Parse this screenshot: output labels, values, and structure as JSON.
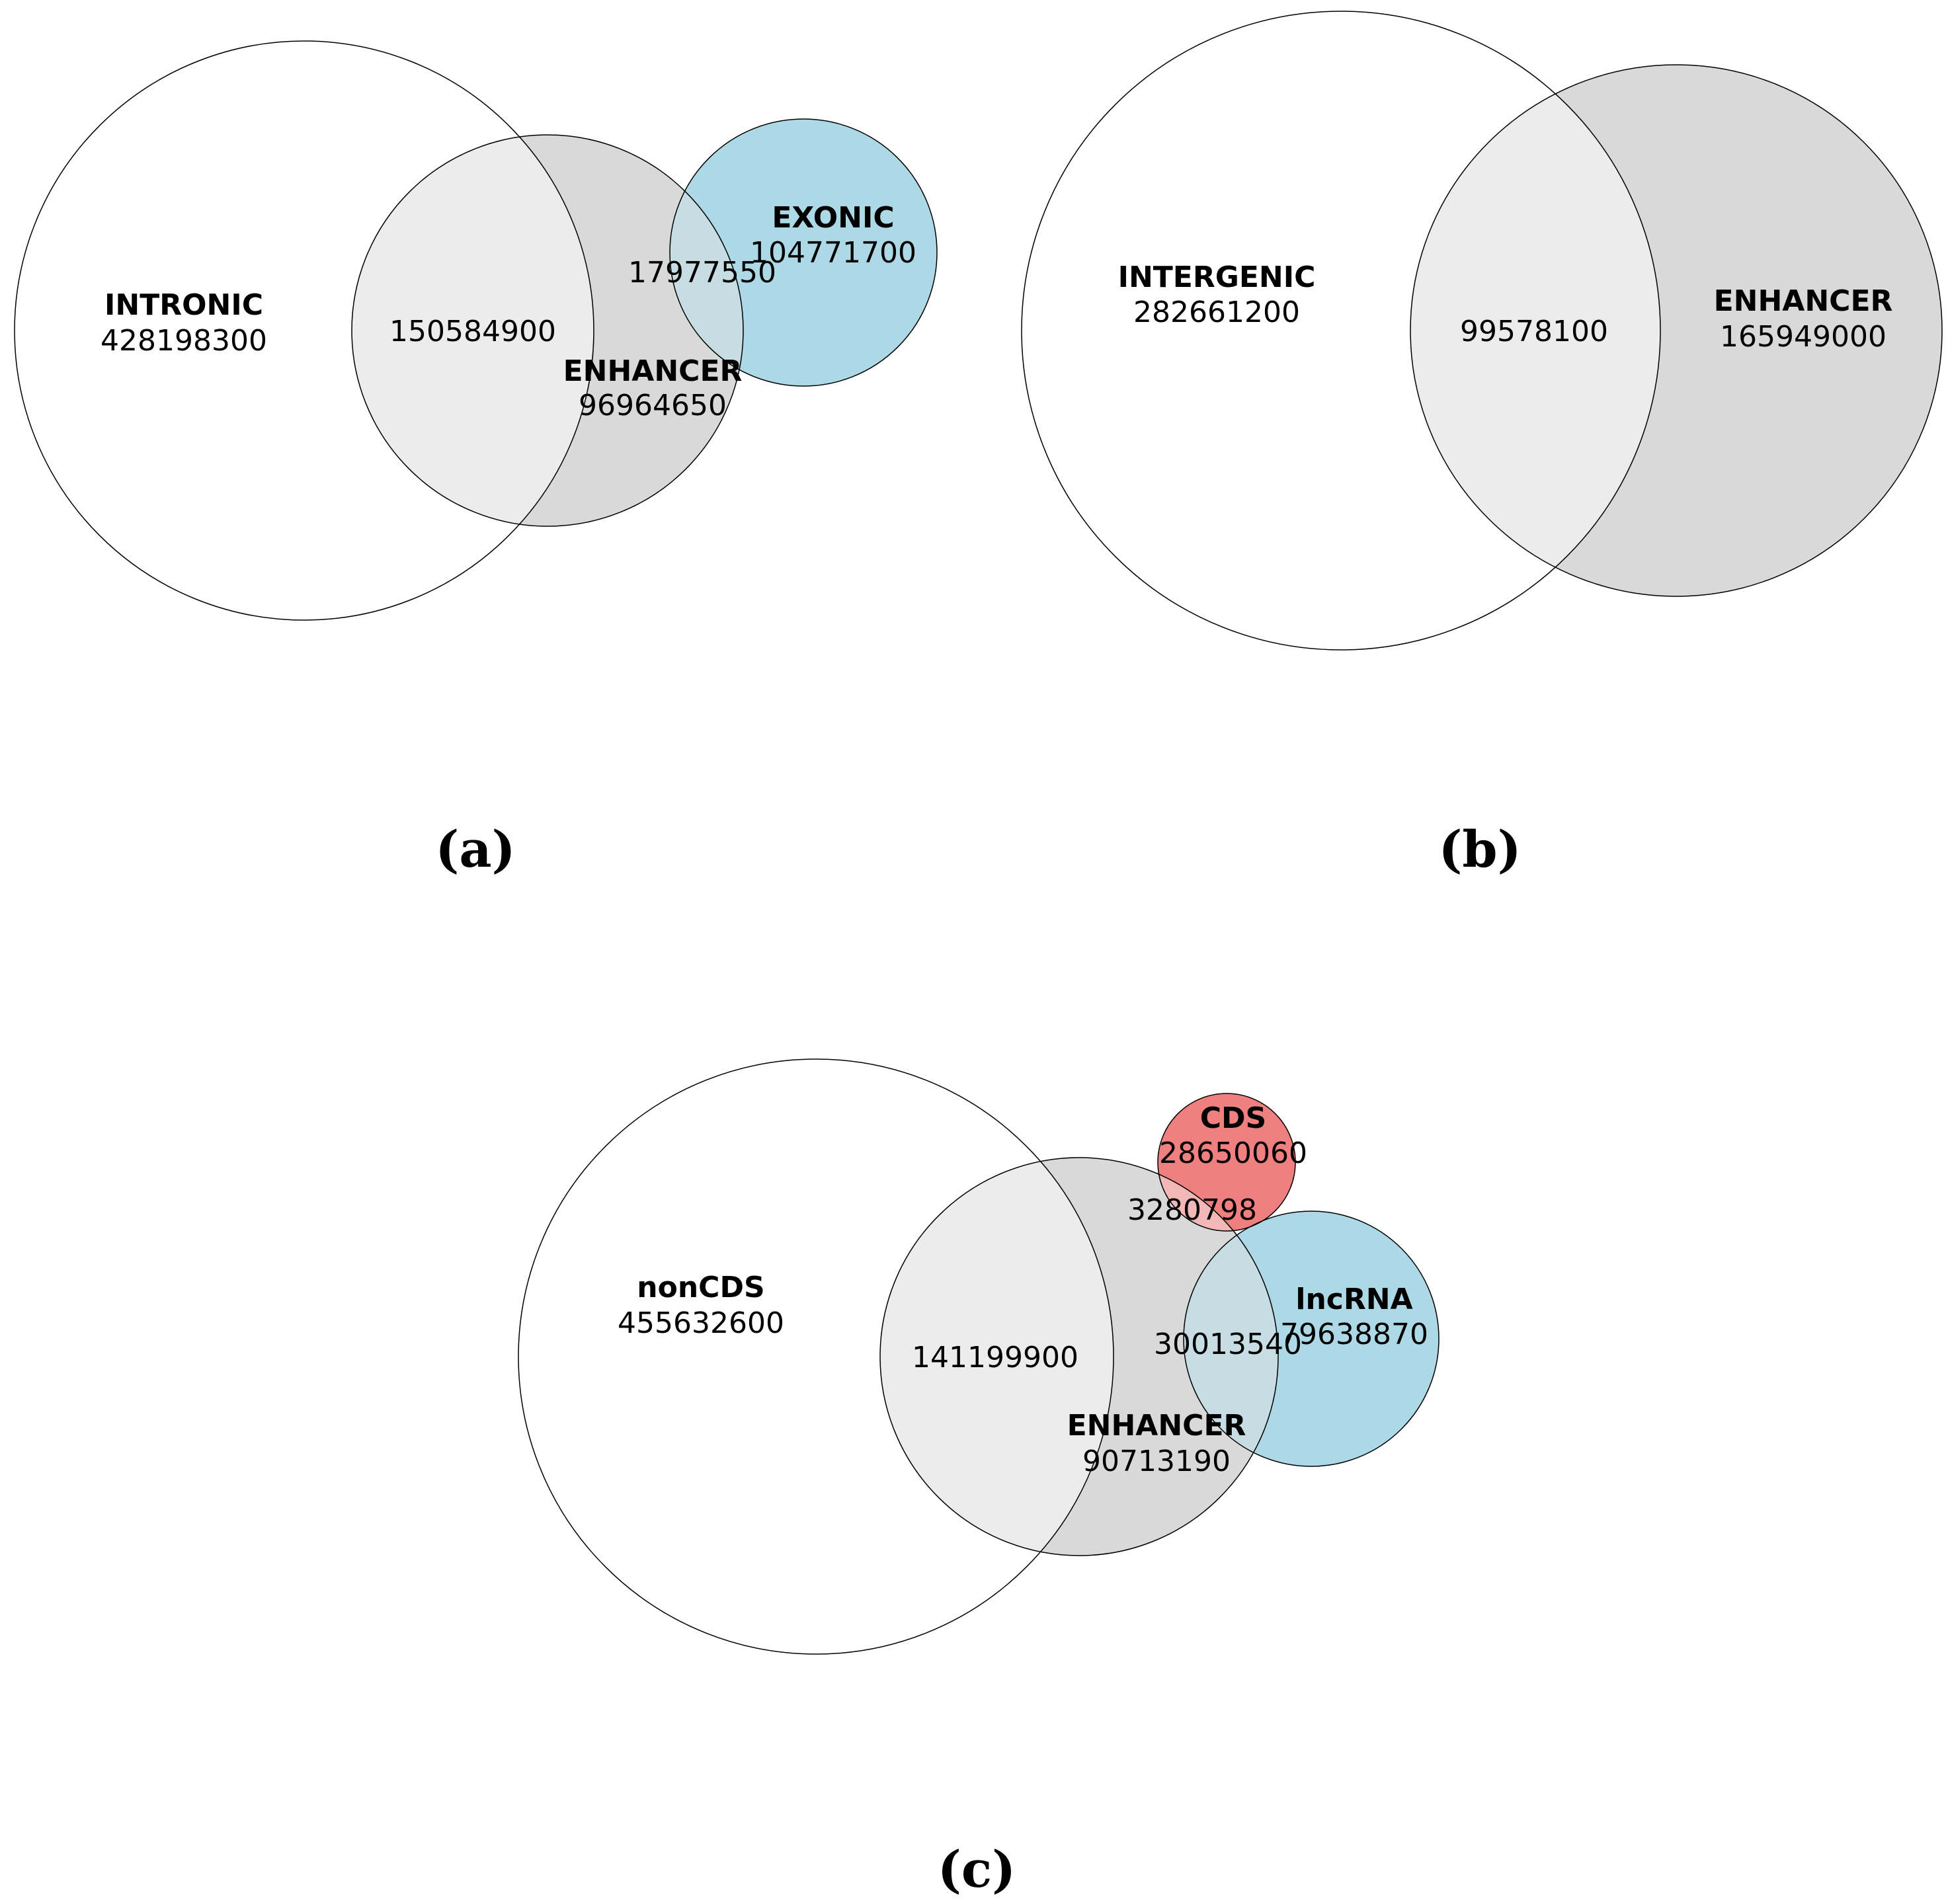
{
  "colors": {
    "outline": "#000000",
    "white_set": "#ffffff",
    "enhancer_gray": "#d9d9d9",
    "overlap_light": "#ececec",
    "blue_set": "#add8e6",
    "red_set": "#f08080",
    "blue_overlap": "#c6dde3"
  },
  "panels": {
    "a": {
      "label": "(a)",
      "sets": {
        "intronic": {
          "name": "INTRONIC",
          "value": "428198300"
        },
        "enhancer": {
          "name": "ENHANCER",
          "value": "96964650"
        },
        "exonic": {
          "name": "EXONIC",
          "value": "104771700"
        }
      },
      "overlaps": {
        "intronic_enhancer": "150584900",
        "enhancer_exonic": "17977550"
      }
    },
    "b": {
      "label": "(b)",
      "sets": {
        "intergenic": {
          "name": "INTERGENIC",
          "value": "282661200"
        },
        "enhancer": {
          "name": "ENHANCER",
          "value": "165949000"
        }
      },
      "overlaps": {
        "intergenic_enhancer": "99578100"
      }
    },
    "c": {
      "label": "(c)",
      "sets": {
        "noncds": {
          "name": "nonCDS",
          "value": "455632600"
        },
        "enhancer": {
          "name": "ENHANCER",
          "value": "90713190"
        },
        "cds": {
          "name": "CDS",
          "value": "28650060"
        },
        "lncrna": {
          "name": "lncRNA",
          "value": "79638870"
        }
      },
      "overlaps": {
        "noncds_enhancer": "141199900",
        "enhancer_cds": "3280798",
        "enhancer_lncrna": "30013540"
      }
    }
  }
}
